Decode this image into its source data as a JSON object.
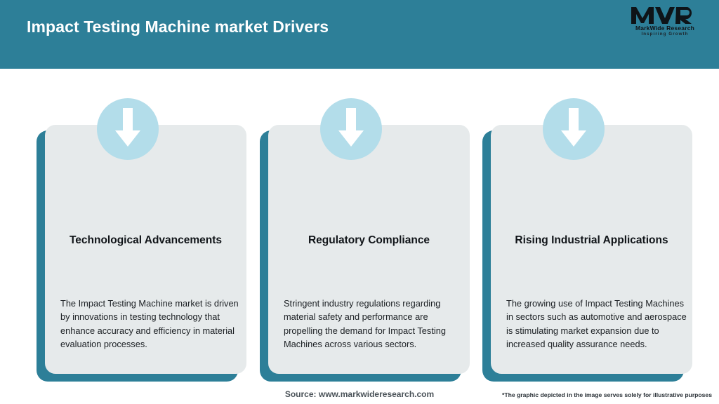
{
  "header": {
    "title": "Impact Testing Machine market Drivers",
    "background_color": "#2d7f98",
    "title_color": "#ffffff",
    "logo": {
      "mark": "MWR",
      "name": "MarkWide Research",
      "tagline": "Inspiring Growth"
    }
  },
  "theme": {
    "accent_teal": "#2d7f98",
    "icon_circle_blue": "#b3ddea",
    "card_background": "#e6eaeb",
    "page_background": "#ffffff",
    "text_dark": "#101418"
  },
  "cards": [
    {
      "icon": "arrow-down-icon",
      "title": "Technological Advancements",
      "body": "The Impact Testing Machine market is driven by innovations in testing technology that enhance accuracy and efficiency in material evaluation processes."
    },
    {
      "icon": "arrow-down-icon",
      "title": "Regulatory Compliance",
      "body": "Stringent industry regulations regarding material safety and performance are propelling the demand for Impact Testing Machines across various sectors."
    },
    {
      "icon": "arrow-down-icon",
      "title": "Rising Industrial Applications",
      "body": "The growing use of Impact Testing Machines in sectors such as automotive and aerospace is stimulating market expansion due to increased quality assurance needs."
    }
  ],
  "footer": {
    "source": "Source: www.markwideresearch.com",
    "disclaimer": "*The graphic depicted in the image serves solely for illustrative purposes"
  }
}
